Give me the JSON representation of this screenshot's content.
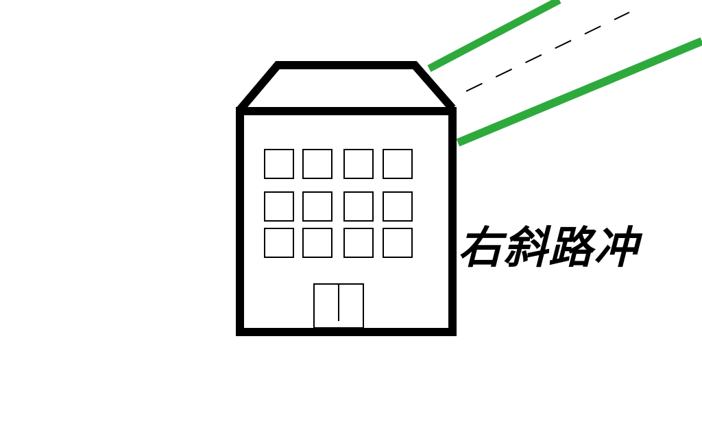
{
  "caption": "右斜路冲",
  "colors": {
    "background": "#ffffff",
    "outline": "#000000",
    "road": "#2eaa3c"
  },
  "building": {
    "window_rows": 3,
    "window_cols": 4
  }
}
